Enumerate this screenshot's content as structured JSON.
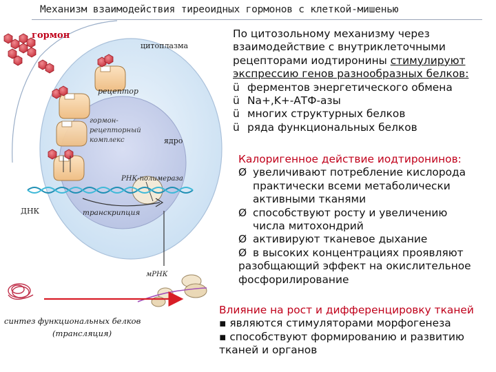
{
  "title": "Механизм взаимодействия тиреоидных гормонов с клеткой-мишенью",
  "diagram": {
    "hormone": "гормон",
    "cytoplasm": "цитоплазма",
    "receptor": "рецептор",
    "complex_line1": "гормон-",
    "complex_line2": "рецепторный",
    "complex_line3": "комплекс",
    "nucleus": "ядро",
    "rna_polymerase": "РНК-полимераза",
    "dna": "ДНК",
    "transcription": "транскрипция",
    "mrna": "мРНК",
    "synthesis_line1": "синтез функциональных белков",
    "synthesis_line2": "(трансляция)"
  },
  "block1": {
    "line1": "По цитозольному механизму через",
    "line2": "взаимодействие с внутриклеточными",
    "line3a": "рецепторами иодтиронины ",
    "line3b": "стимулируют",
    "line4": "экспрессию генов разнообразных белков:",
    "check_mark": "ü",
    "items": [
      "ферментов энергетического обмена",
      "Na+,K+-АТФ-азы",
      "многих структурных белков",
      "ряда функциональных белков"
    ]
  },
  "block2": {
    "heading": "Калоригенное действие иодтиронинов:",
    "bullet": "Ø",
    "line1": "увеличивают потребление кислорода",
    "line2": "практически всеми метаболически",
    "line3": "активными тканями",
    "line4": "способствуют росту и увеличению",
    "line5": "числа митохондрий",
    "line6": "активируют тканевое дыхание",
    "line7": "в высоких концентрациях проявляют",
    "line8": "разобщающий эффект на окислительное",
    "line9": "фосфорилирование"
  },
  "block3": {
    "heading": "Влияние на рост и дифференцировку тканей",
    "bullet": "▪",
    "line1": "являются стимуляторами морфогенеза",
    "line2": "способствуют формированию и развитию",
    "line3": "тканей и органов"
  },
  "colors": {
    "heading_red": "#c0001a",
    "cytoplasm": "#cfe3f4",
    "nucleus": "#cbd3ec",
    "receptor": "#f6d2a4",
    "hormone": "#d8434f"
  }
}
